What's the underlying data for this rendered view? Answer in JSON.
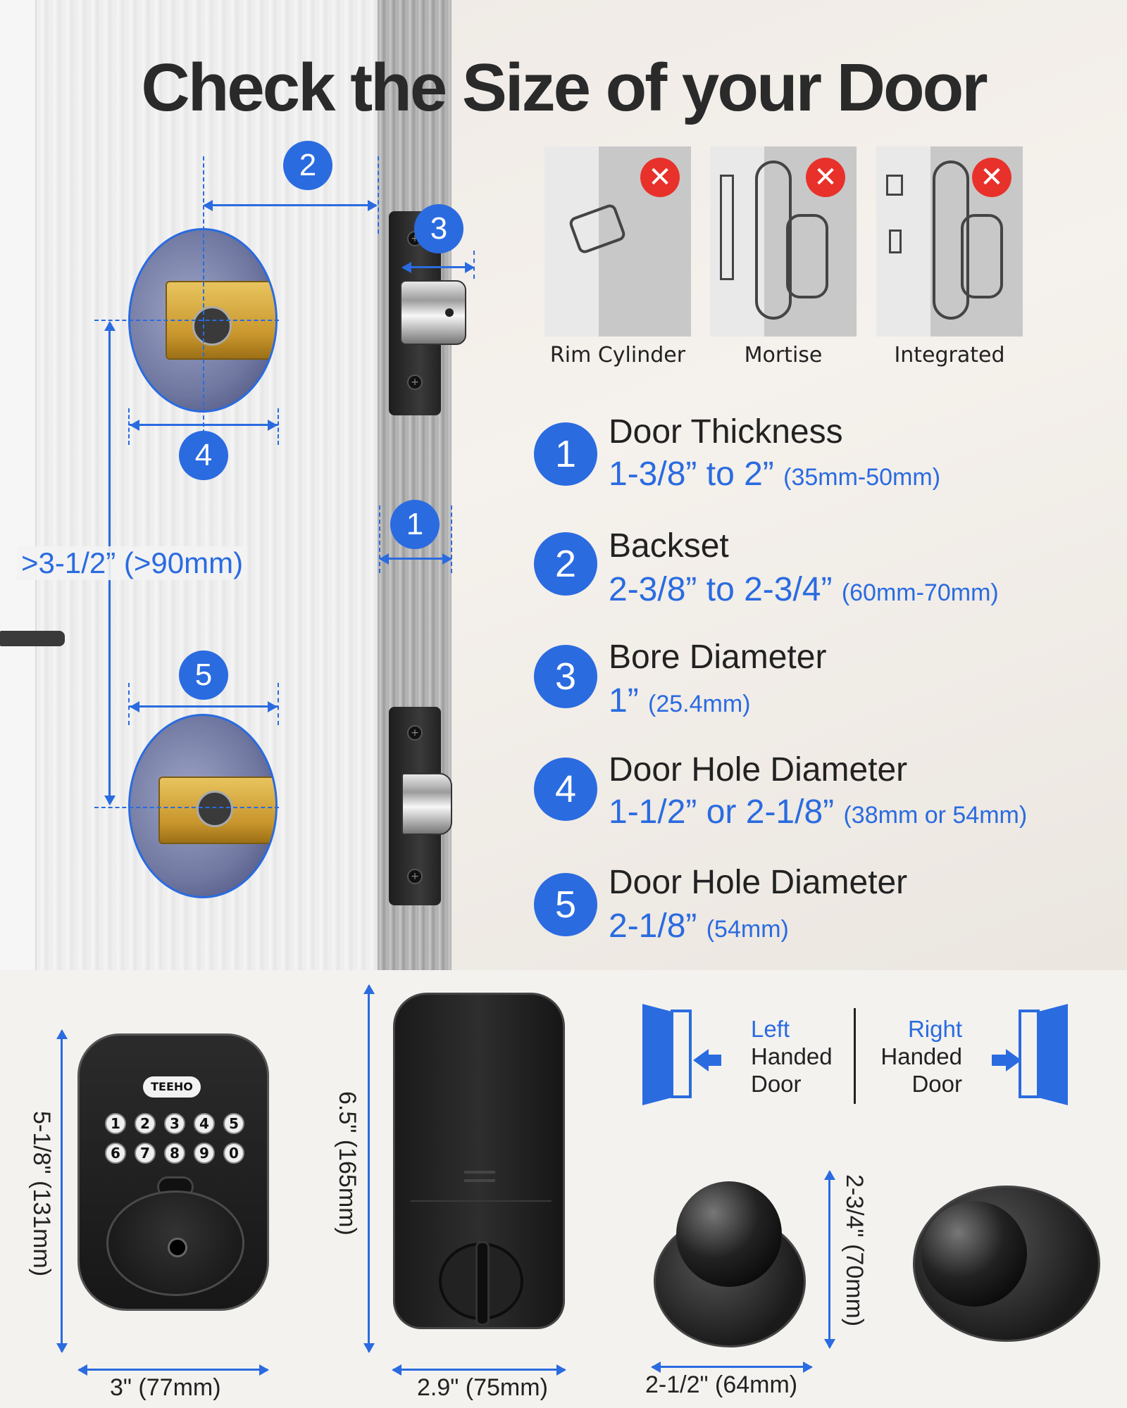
{
  "title": "Check the Size of your Door",
  "min_span": ">3-1/2” (>90mm)",
  "diagram_badges": [
    "1",
    "2",
    "3",
    "4",
    "5"
  ],
  "incompatible_types": [
    {
      "label": "Rim Cylinder",
      "icon": "close-icon"
    },
    {
      "label": "Mortise",
      "icon": "close-icon"
    },
    {
      "label": "Integrated",
      "icon": "close-icon"
    }
  ],
  "specs": [
    {
      "number": "1",
      "title": "Door Thickness",
      "value": "1-3/8” to 2”",
      "metric": "(35mm-50mm)"
    },
    {
      "number": "2",
      "title": "Backset",
      "value": "2-3/8” to 2-3/4”",
      "metric": "(60mm-70mm)"
    },
    {
      "number": "3",
      "title": "Bore Diameter",
      "value": "1”",
      "metric": "(25.4mm)"
    },
    {
      "number": "4",
      "title": "Door Hole Diameter",
      "value": "1-1/2” or 2-1/8”",
      "metric": "(38mm or 54mm)"
    },
    {
      "number": "5",
      "title": "Door Hole Diameter",
      "value": "2-1/8”",
      "metric": "(54mm)"
    }
  ],
  "products": {
    "keypad": {
      "brand": "TEEHO",
      "keys": [
        "1",
        "2",
        "3",
        "4",
        "5",
        "6",
        "7",
        "8",
        "9",
        "0"
      ],
      "height_label": "5-1/8\" (131mm)",
      "width_label": "3\" (77mm)"
    },
    "back_panel": {
      "height_label": "6.5\" (165mm)",
      "width_label": "2.9\" (75mm)"
    },
    "knob": {
      "height_label": "2-3/4\" (70mm)",
      "width_label": "2-1/2\" (64mm)"
    }
  },
  "handedness": {
    "left": {
      "line1": "Left",
      "line2": "Handed",
      "line3": "Door"
    },
    "right": {
      "line1": "Right",
      "line2": "Handed",
      "line3": "Door"
    }
  },
  "colors": {
    "accent": "#2a6be0",
    "warning": "#e8312a",
    "text": "#222222"
  }
}
